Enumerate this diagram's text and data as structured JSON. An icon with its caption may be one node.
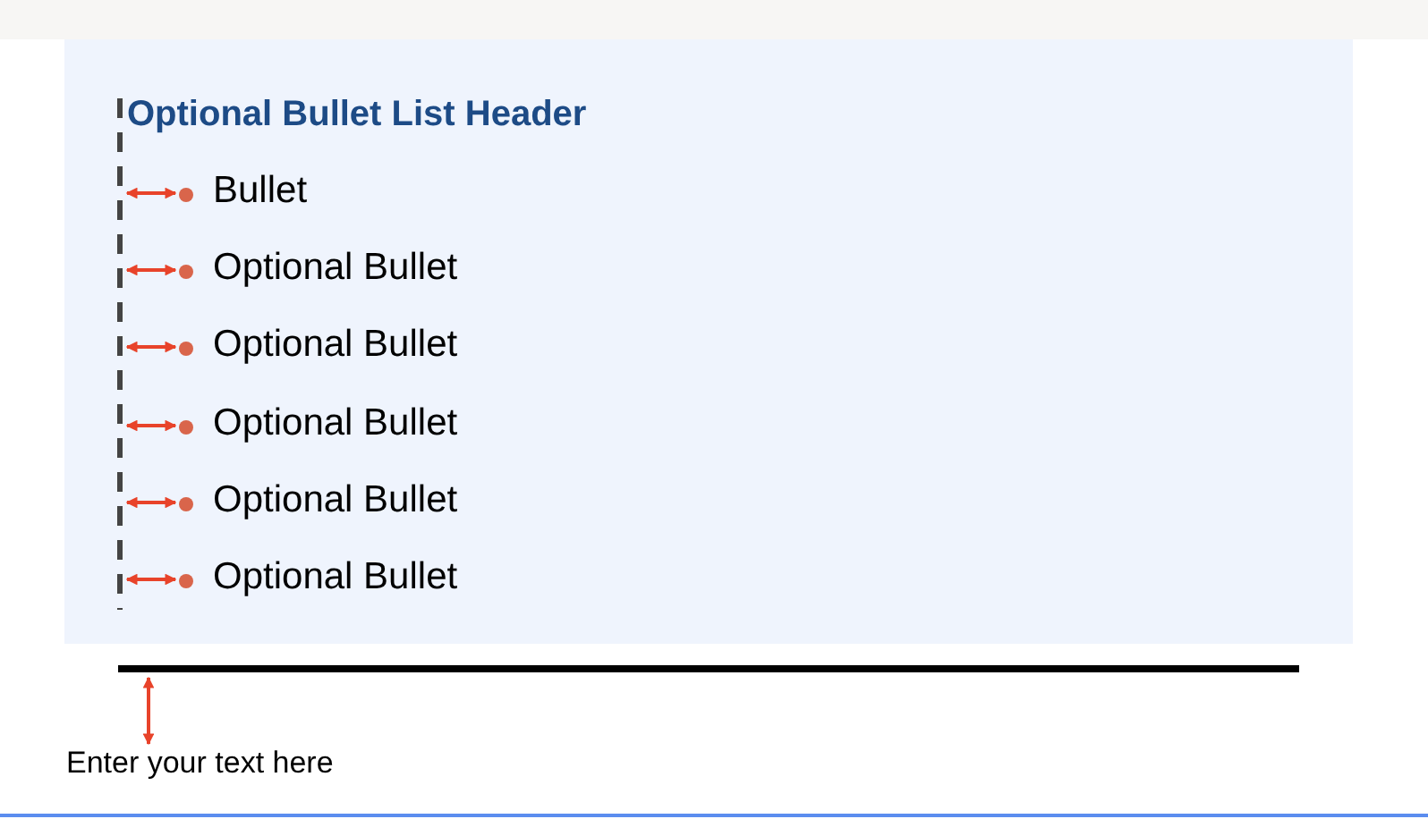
{
  "diagram": {
    "nodes": [
      {
        "text": [],
        "shape": "bar"
      },
      {
        "text": [
          "Optional Bullet List Header",
          "Bullet",
          "Optional Bullet",
          "Optional Bullet",
          "Optional Bullet",
          "Optional Bullet",
          "Optional Bullet"
        ]
      }
    ],
    "labels": [
      "Enter your text here"
    ]
  }
}
